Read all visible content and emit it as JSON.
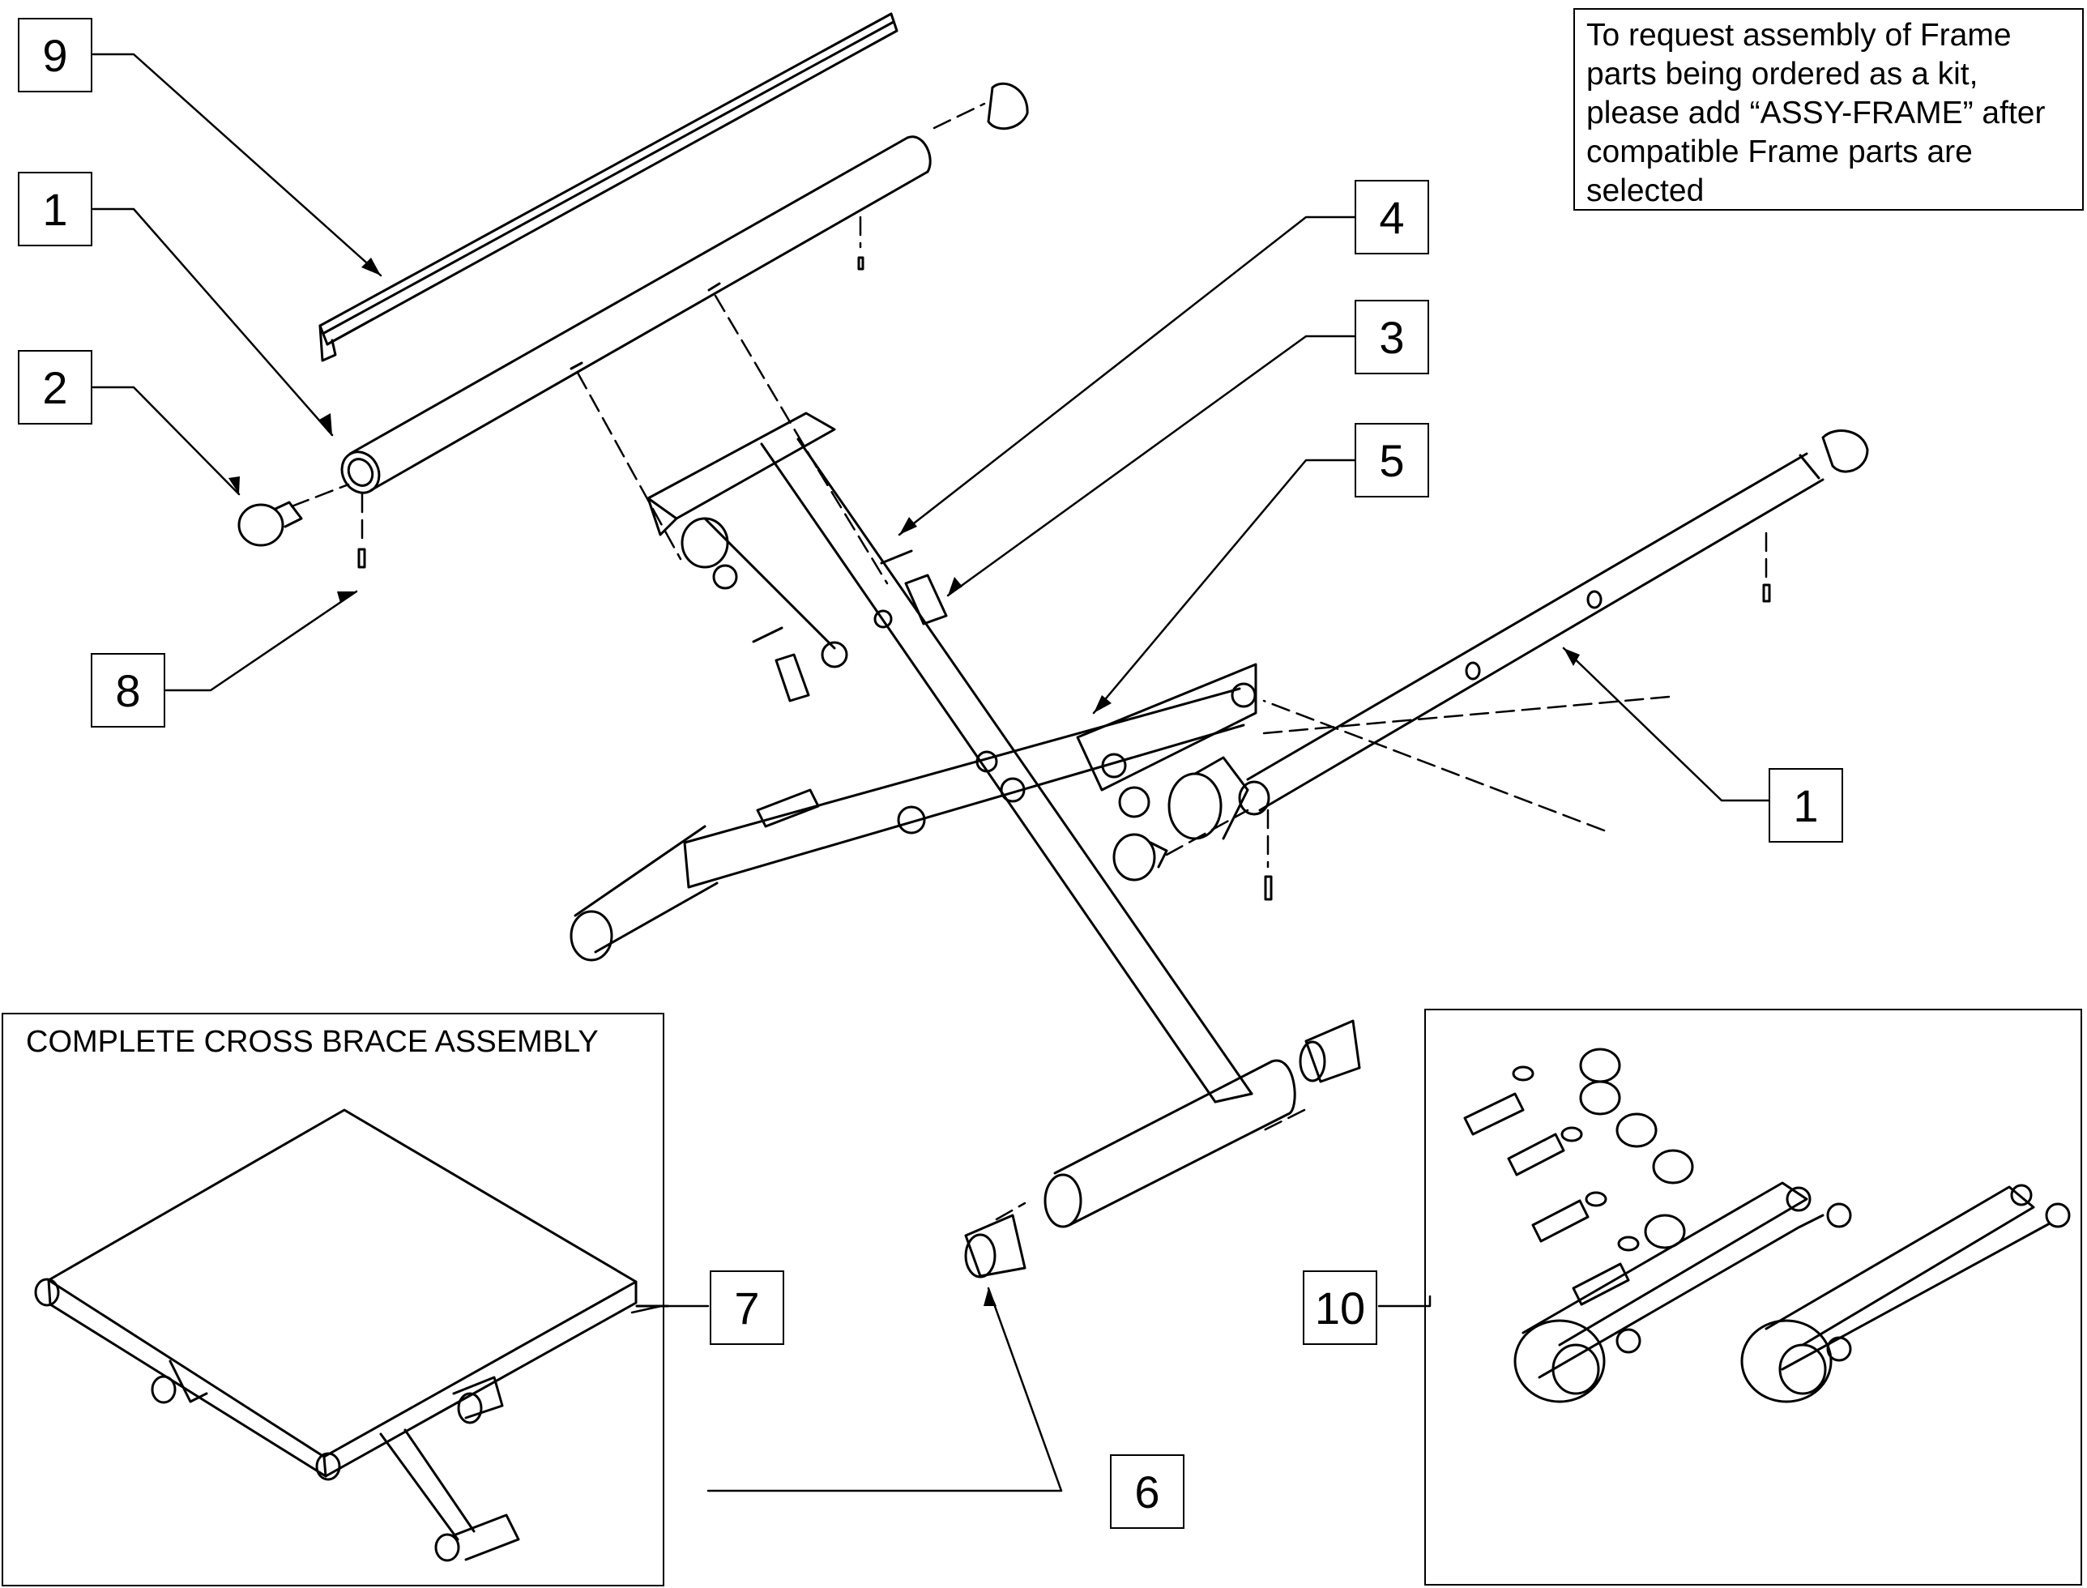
{
  "note": {
    "lines": [
      "To request assembly of Frame",
      "parts being ordered as a kit,",
      "please add “ASSY-FRAME” after",
      "compatible Frame parts are",
      "selected"
    ]
  },
  "inset": {
    "title": "COMPLETE CROSS BRACE ASSEMBLY"
  },
  "callouts": {
    "c9": "9",
    "c1_top": "1",
    "c2": "2",
    "c8": "8",
    "c4": "4",
    "c3": "3",
    "c5": "5",
    "c1_right": "1",
    "c7": "7",
    "c6": "6",
    "c10": "10"
  },
  "colors": {
    "line": "#000000",
    "background": "#ffffff"
  }
}
